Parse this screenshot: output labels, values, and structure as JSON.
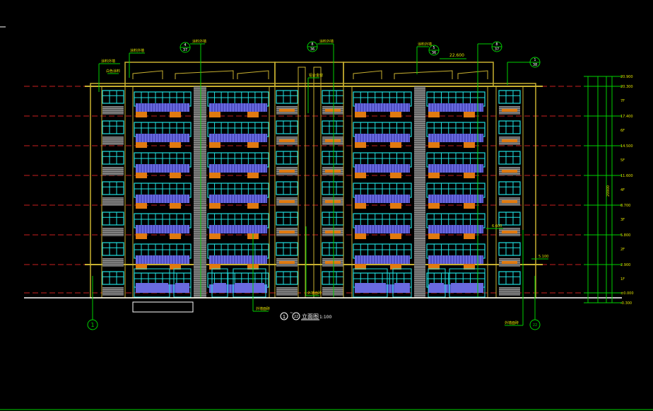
{
  "colors": {
    "background": "#000000",
    "facade": "#c8b030",
    "orange": "#e07a10",
    "glass": "#6a6ae0",
    "window": "#20e0e0",
    "grey": "#909090",
    "green": "#00d000",
    "red": "#c82020",
    "white": "#ffffff"
  },
  "floors_count": 7,
  "drawing": {
    "title": "立面图",
    "start_axis": "1",
    "end_axis": "22",
    "tilde": "~",
    "scale": "1:100",
    "left_axis_label": "1",
    "right_axis_label": "22"
  },
  "elevations": [
    {
      "label": "20.900"
    },
    {
      "label": "20.300"
    },
    {
      "label": "17.400"
    },
    {
      "label": "14.500"
    },
    {
      "label": "11.600"
    },
    {
      "label": "8.700"
    },
    {
      "label": "5.800"
    },
    {
      "label": "2.900"
    },
    {
      "label": "±0.000"
    },
    {
      "label": "-0.300"
    }
  ],
  "floor_labels": [
    "7F",
    "6F",
    "5F",
    "4F",
    "3F",
    "2F",
    "1F"
  ],
  "total_height_label": "20900",
  "markers": {
    "roof_level": "22.600",
    "mid_level_right": "6.600",
    "right_level": "5.100"
  },
  "leader_notes": {
    "left_1": "涂料外墙",
    "left_2": "白色涂料",
    "top_1": "涂料外墙",
    "top_2": "涂料外墙",
    "top_3": "涂料外墙",
    "top_4": "涂料外墙",
    "mid": "铝合金窗",
    "bottom_1": "外墙面砖",
    "bottom_2": "外墙面砖",
    "bottom_right": "外墙面砖"
  },
  "detail_refs": {
    "r1_top": "4",
    "r1_bot": "37",
    "r2_top": "8",
    "r2_bot": "36",
    "r3_top": "5",
    "r3_bot": "36",
    "r4_top": "8",
    "r4_bot": "37",
    "r5_top": "1",
    "r5_bot": "38"
  }
}
